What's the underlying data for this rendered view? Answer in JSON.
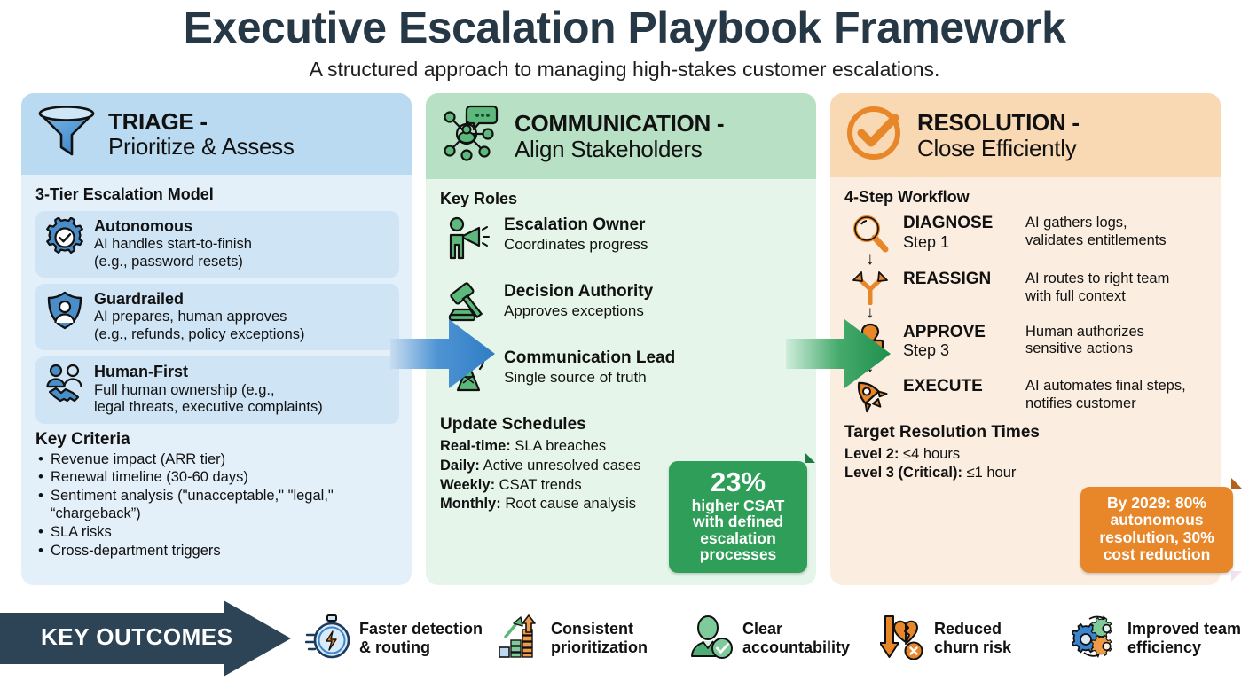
{
  "header": {
    "title": "Executive Escalation Playbook Framework",
    "subtitle": "A structured approach to managing high-stakes customer escalations."
  },
  "colors": {
    "blue_header": "#b9daf0",
    "blue_body": "#e3f0fa",
    "blue_card": "#cfe4f5",
    "green_header": "#b8e0c5",
    "green_body": "#e5f5e9",
    "orange_header": "#f8d9b3",
    "orange_body": "#fbeee0",
    "stat_green": "#2f9e58",
    "stat_orange": "#e8862a",
    "arrow_blue": "#3a85d0",
    "arrow_green": "#2f9e58",
    "bar_navy": "#2d4456",
    "title_navy": "#263746"
  },
  "columns": [
    {
      "icon": "funnel-icon",
      "head_line1": "TRIAGE -",
      "head_line2": "Prioritize & Assess",
      "section_title": "3-Tier Escalation Model",
      "tiers": [
        {
          "icon": "gear-check-icon",
          "name": "Autonomous",
          "desc_line1": "AI handles start-to-finish",
          "desc_line2": "(e.g., password resets)"
        },
        {
          "icon": "shield-person-icon",
          "name": "Guardrailed",
          "desc_line1": "AI prepares, human approves",
          "desc_line2": "(e.g., refunds, policy exceptions)"
        },
        {
          "icon": "handshake-people-icon",
          "name": "Human-First",
          "desc_line1": "Full human ownership (e.g.,",
          "desc_line2": "legal threats, executive complaints)"
        }
      ],
      "criteria_title": "Key Criteria",
      "criteria": [
        "Revenue impact (ARR tier)",
        "Renewal timeline (30-60 days)",
        "Sentiment analysis (\"unacceptable,\" \"legal,\" “chargeback”)",
        "SLA risks",
        "Cross-department triggers"
      ]
    },
    {
      "icon": "network-chat-icon",
      "head_line1": "COMMUNICATION -",
      "head_line2": "Align Stakeholders",
      "section_title": "Key Roles",
      "roles": [
        {
          "icon": "megaphone-person-icon",
          "name": "Escalation Owner",
          "desc": "Coordinates progress"
        },
        {
          "icon": "gavel-icon",
          "name": "Decision Authority",
          "desc": "Approves exceptions"
        },
        {
          "icon": "broadcast-tower-icon",
          "name": "Communication Lead",
          "desc": "Single source of truth"
        }
      ],
      "schedules_title": "Update Schedules",
      "schedules": [
        {
          "label": "Real-time:",
          "value": "SLA breaches"
        },
        {
          "label": "Daily:",
          "value": "Active unresolved cases"
        },
        {
          "label": "Weekly:",
          "value": "CSAT trends"
        },
        {
          "label": "Monthly:",
          "value": "Root cause analysis"
        }
      ],
      "stat": {
        "big": "23%",
        "lines": [
          "higher CSAT",
          "with defined",
          "escalation",
          "processes"
        ]
      }
    },
    {
      "icon": "check-circle-icon",
      "head_line1": "RESOLUTION -",
      "head_line2": "Close Efficiently",
      "section_title": "4-Step Workflow",
      "steps": [
        {
          "icon": "magnifier-icon",
          "name": "DIAGNOSE",
          "step": "Step 1",
          "desc_line1": "AI gathers logs,",
          "desc_line2": "validates entitlements"
        },
        {
          "icon": "fork-arrows-icon",
          "name": "REASSIGN",
          "step": "",
          "desc_line1": "AI routes to right team",
          "desc_line2": "with full context"
        },
        {
          "icon": "stamp-icon",
          "name": "APPROVE",
          "step": "Step 3",
          "desc_line1": "Human authorizes",
          "desc_line2": "sensitive actions"
        },
        {
          "icon": "rocket-icon",
          "name": "EXECUTE",
          "step": "",
          "desc_line1": "AI automates final steps,",
          "desc_line2": "notifies customer"
        }
      ],
      "targets_title": "Target Resolution Times",
      "targets": [
        {
          "label": "Level 2:",
          "value": "≤4 hours"
        },
        {
          "label": "Level 3 (Critical):",
          "value": "≤1 hour"
        }
      ],
      "stat": {
        "lines": [
          "By 2029: 80%",
          "autonomous",
          "resolution, 30%",
          "cost reduction"
        ]
      }
    }
  ],
  "bottom": {
    "label": "KEY OUTCOMES",
    "outcomes": [
      {
        "icon": "stopwatch-bolt-icon",
        "line1": "Faster detection",
        "line2": "& routing"
      },
      {
        "icon": "bar-chart-up-icon",
        "line1": "Consistent",
        "line2": "prioritization"
      },
      {
        "icon": "person-check-icon",
        "line1": "Clear",
        "line2": "accountability"
      },
      {
        "icon": "broken-heart-down-icon",
        "line1": "Reduced",
        "line2": "churn risk"
      },
      {
        "icon": "gears-cycle-icon",
        "line1": "Improved team",
        "line2": "efficiency"
      }
    ]
  }
}
